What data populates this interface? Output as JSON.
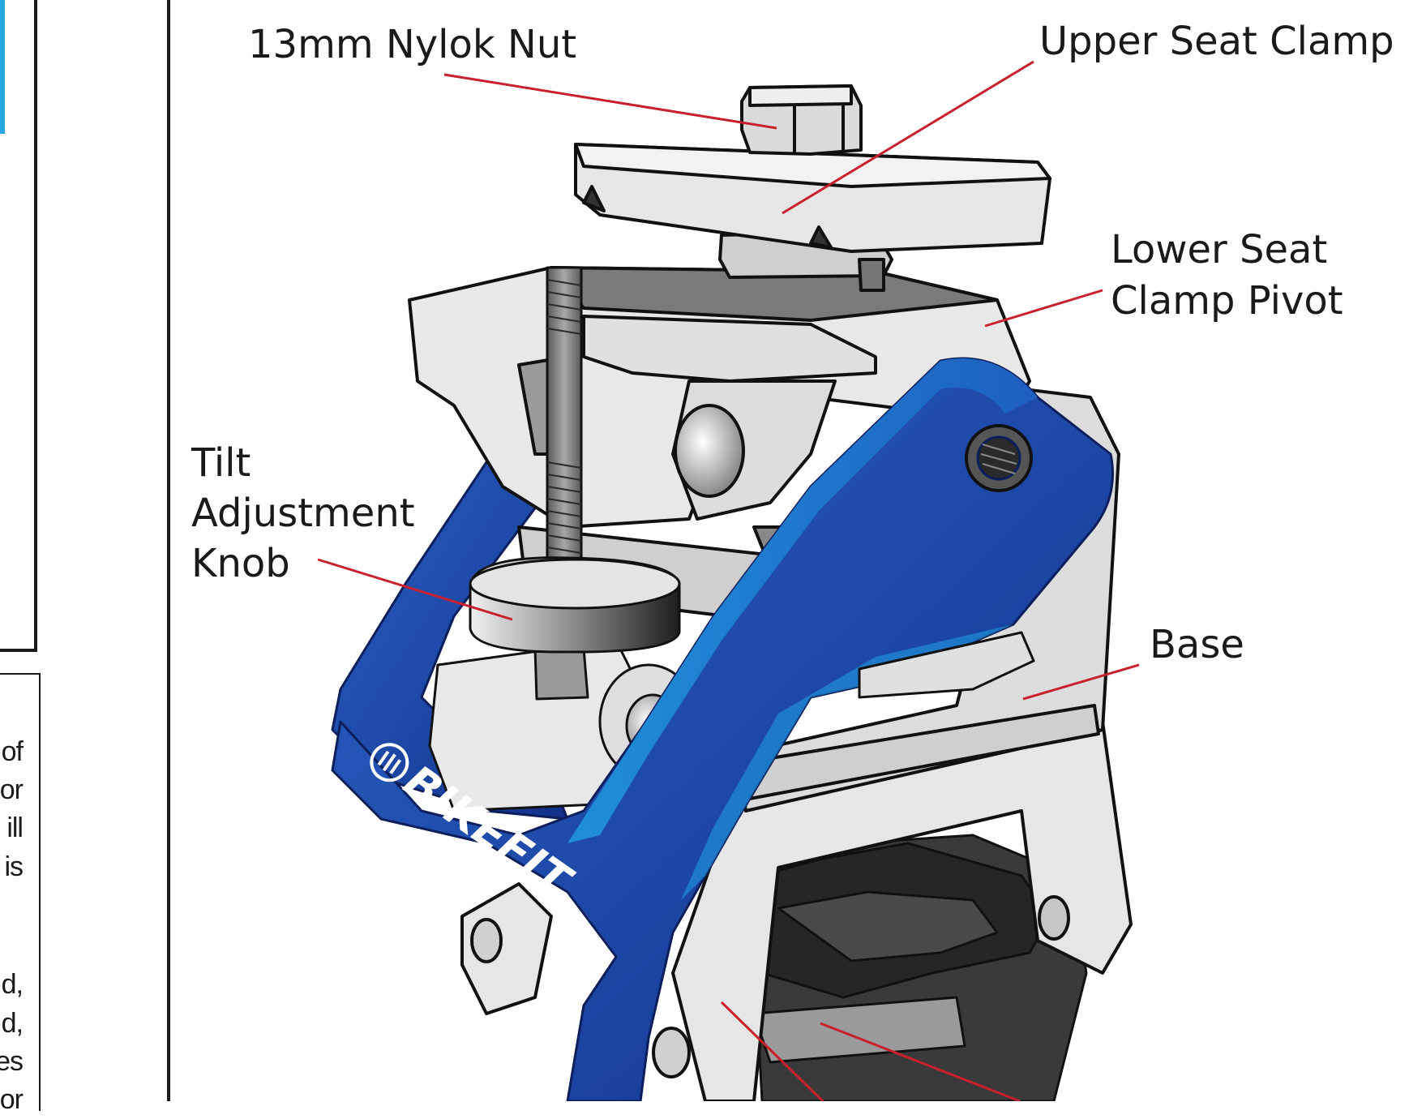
{
  "labels": {
    "nylok_nut": "13mm Nylok Nut",
    "upper_seat_clamp": "Upper Seat Clamp",
    "lower_seat_clamp_pivot_line1": "Lower Seat",
    "lower_seat_clamp_pivot_line2": "Clamp Pivot",
    "tilt_line1": "Tilt",
    "tilt_line2": "Adjustment",
    "tilt_line3": "Knob",
    "base": "Base"
  },
  "logo": {
    "text": "BIKEFIT"
  },
  "left_panel_fragments": [
    "of",
    "or",
    "ill",
    "is",
    "d,",
    "d,",
    "es",
    "or"
  ],
  "colors": {
    "leader_line": "#c8202c",
    "blue_arm": "#1e4aa8",
    "blue_highlight": "#1f8fd8",
    "accent_bar": "#27a8e0",
    "metal": "#e4e4e4",
    "outline": "#1a1a1a"
  }
}
